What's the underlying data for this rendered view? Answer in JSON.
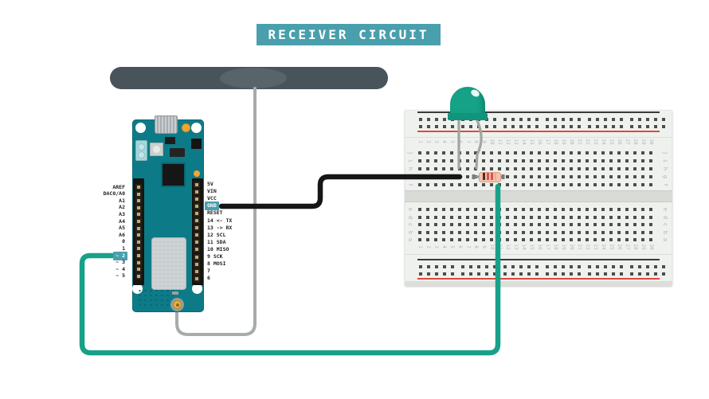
{
  "title": "RECEIVER CIRCUIT",
  "arduino_board": {
    "name": "Arduino MKR board",
    "left_pins": [
      "AREF",
      "DAC0/A0",
      "A1",
      "A2",
      "A3",
      "A4",
      "A5",
      "A6",
      "0",
      "1",
      "~ 2",
      "~ 3",
      "~ 4",
      "~ 5"
    ],
    "right_pins": [
      "5V",
      "VIN",
      "VCC",
      "GND",
      "RESET",
      "14 <- TX",
      "13 -> RX",
      "12 SCL",
      "11 SDA",
      "10 MISO",
      "9 SCK",
      "8 MOSI",
      "7",
      "6"
    ],
    "highlighted_pins": [
      "GND",
      "~ 2"
    ]
  },
  "breadboard": {
    "column_count": 30,
    "top_half_rows": [
      "j",
      "i",
      "h",
      "g",
      "f"
    ],
    "bottom_half_rows": [
      "e",
      "d",
      "c",
      "b",
      "a"
    ],
    "rail_negative_label": "-",
    "rail_positive_label": "+"
  },
  "components": {
    "antenna": {
      "name": "antenna"
    },
    "led": {
      "name": "green LED",
      "color": "#16a286"
    },
    "resistor": {
      "name": "resistor",
      "band_colors": [
        "#45332a",
        "#dd5149",
        "#dd5149"
      ]
    }
  },
  "wires": {
    "gnd_wire_color": "#161616",
    "signal_wire_color": "#18a189",
    "antenna_wire_color": "#a7abab"
  },
  "colors": {
    "accent": "#4a9fad",
    "board": "#0d7b87",
    "rail_red": "#e0493f",
    "rail_black": "#3b3b3b"
  }
}
